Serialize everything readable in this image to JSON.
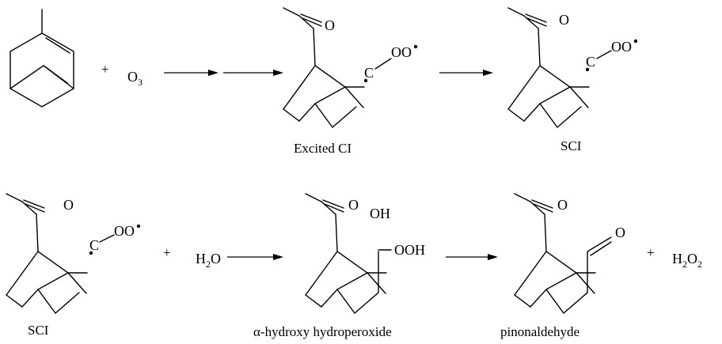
{
  "row1": {
    "plus": "+",
    "reagent": {
      "main": "O",
      "sub": "3"
    },
    "structures": [
      {
        "name": "alpha-pinene",
        "label": ""
      },
      {
        "name": "excited-ci",
        "label": "Excited CI",
        "o_atom": "O",
        "c_atom": "C",
        "radical_group": "OO"
      },
      {
        "name": "sci-top",
        "label": "SCI",
        "o_atom": "O",
        "c_atom": "C",
        "radical_group": "OO"
      }
    ]
  },
  "row2": {
    "plus1": "+",
    "reagent": {
      "main": "H",
      "sub": "2",
      "tail": "O"
    },
    "plus2": "+",
    "product2": {
      "main": "H",
      "sub1": "2",
      "mid": "O",
      "sub2": "2"
    },
    "structures": [
      {
        "name": "sci-bottom",
        "label": "SCI",
        "o_atom": "O",
        "c_atom": "C",
        "radical_group": "OO"
      },
      {
        "name": "alpha-hydroxy-hydroperoxide",
        "label": "α-hydroxy hydroperoxide",
        "o_atom": "O",
        "oh": "OH",
        "ooh": "OOH"
      },
      {
        "name": "pinonaldehyde",
        "label": "pinonaldehyde",
        "o_atom": "O",
        "o_ald": "O"
      }
    ]
  }
}
